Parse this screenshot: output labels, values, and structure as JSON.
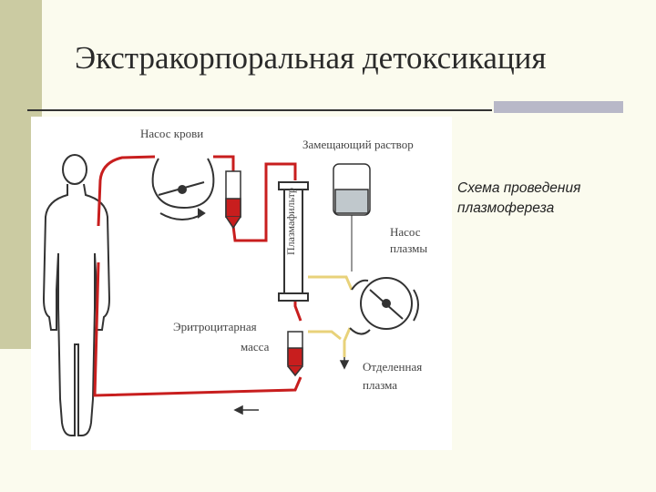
{
  "slide": {
    "title": "Экстракорпоральная детоксикация"
  },
  "diagram": {
    "labels": {
      "blood_pump": "Насос крови",
      "replacement_solution": "Замещающий раствор",
      "plasma_pump_line1": "Насос",
      "plasma_pump_line2": "плазмы",
      "plasma_filter": "Плазмафильтр",
      "erythrocyte_line1": "Эритроцитарная",
      "erythrocyte_line2": "масса",
      "separated_plasma_line1": "Отделенная",
      "separated_plasma_line2": "плазма"
    },
    "colors": {
      "blood": "#c81e1e",
      "plasma": "#e8d27a",
      "outline": "#333333",
      "bag": "#c0c8cc"
    }
  },
  "caption": {
    "line1": "Схема проведения",
    "line2": "плазмофереза"
  }
}
